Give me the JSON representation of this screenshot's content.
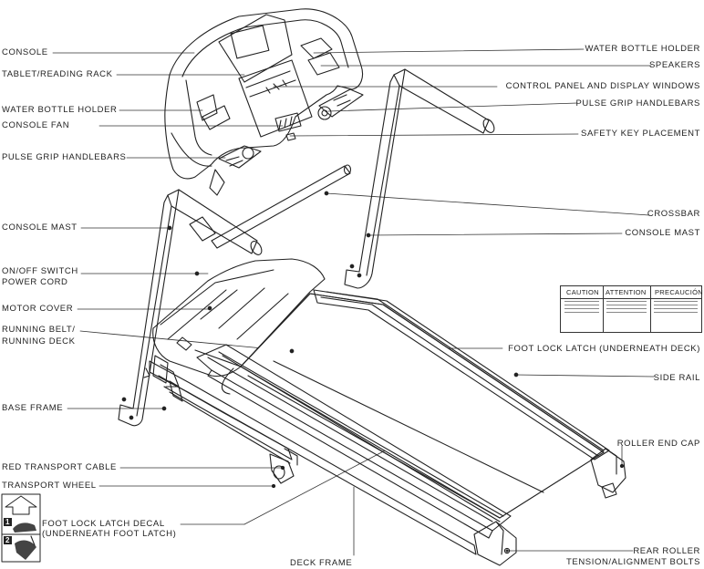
{
  "labels": {
    "console": "CONSOLE",
    "tablet_rack": "TABLET/READING RACK",
    "water_bottle_left": "WATER BOTTLE HOLDER",
    "console_fan": "CONSOLE FAN",
    "pulse_grip_left": "PULSE GRIP HANDLEBARS",
    "console_mast_left": "CONSOLE MAST",
    "onoff_switch": "ON/OFF SWITCH",
    "power_cord": "POWER CORD",
    "motor_cover": "MOTOR COVER",
    "running_belt": "RUNNING BELT/",
    "running_deck": "RUNNING DECK",
    "base_frame": "BASE FRAME",
    "red_transport_cable": "RED TRANSPORT CABLE",
    "transport_wheel": "TRANSPORT WHEEL",
    "foot_lock_decal_1": "FOOT LOCK LATCH DECAL",
    "foot_lock_decal_2": "(UNDERNEATH FOOT LATCH)",
    "deck_frame": "DECK FRAME",
    "water_bottle_right": "WATER BOTTLE HOLDER",
    "speakers": "SPEAKERS",
    "control_panel": "CONTROL PANEL AND DISPLAY WINDOWS",
    "pulse_grip_right": "PULSE GRIP HANDLEBARS",
    "safety_key": "SAFETY KEY PLACEMENT",
    "crossbar": "CROSSBAR",
    "console_mast_right": "CONSOLE MAST",
    "foot_lock_latch": "FOOT LOCK LATCH (UNDERNEATH DECK)",
    "side_rail": "SIDE RAIL",
    "roller_end_cap": "ROLLER END CAP",
    "rear_roller_1": "REAR ROLLER",
    "rear_roller_2": "TENSION/ALIGNMENT BOLTS"
  },
  "warning_decal": {
    "caution": "CAUTION",
    "attention": "ATTENTION",
    "precaucion": "PRECAUCIÓN"
  },
  "decal_steps": {
    "step1": "1",
    "step2": "2"
  }
}
